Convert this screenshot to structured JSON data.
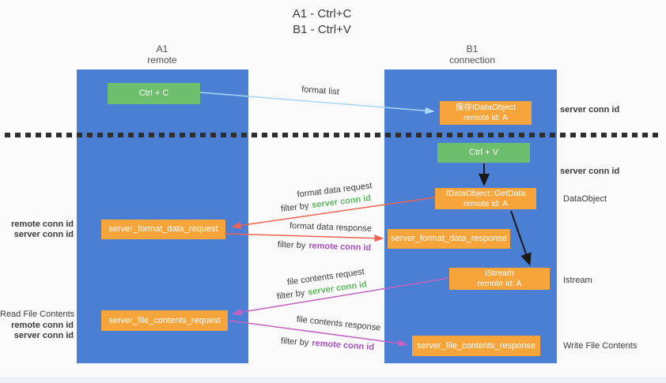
{
  "title": {
    "line1": "A1 - Ctrl+C",
    "line2": "B1 - Ctrl+V"
  },
  "columns": {
    "a1": {
      "name": "A1",
      "subtitle": "remote"
    },
    "b1": {
      "name": "B1",
      "subtitle": "connection"
    }
  },
  "boxes": {
    "ctrl_c": "Ctrl + C",
    "save_dataobject_line1": "保存IDataObject",
    "save_dataobject_line2": "remote id: A",
    "ctrl_v": "Ctrl + V",
    "getdata_line1": "IDataObject::GetData",
    "getdata_line2": "remote id: A",
    "format_request": "server_format_data_request",
    "format_response": "server_format_data_response",
    "istream_line1": "IStream",
    "istream_line2": "remote id: A",
    "file_request": "server_file_contents_request",
    "file_response": "server_file_contents_response"
  },
  "edge_labels": {
    "format_list": "format list",
    "format_data_request": "format data request",
    "format_data_response": "format data response",
    "file_contents_request": "file contents request",
    "file_contents_response": "file contents response",
    "filter_by": "filter by",
    "server_conn_id": "server conn id",
    "remote_conn_id": "remote conn id"
  },
  "side_labels": {
    "right_top_server_conn_id": "server conn id",
    "right_mid_server_conn_id": "server conn id",
    "dataobject": "DataObject",
    "istream": "Istream",
    "write_file_contents": "Write File Contents",
    "left_remote_conn_id_top": "remote conn id",
    "left_server_conn_id_top": "server conn id",
    "read_file_contents": "Read File Contents",
    "left_remote_conn_id_bottom": "remote conn id",
    "left_server_conn_id_bottom": "server conn id"
  },
  "colors": {
    "column_blue": "#4a7fd3",
    "box_green": "#6dbe6d",
    "box_orange": "#f7a43a",
    "label_green": "#5cba5e",
    "label_purple": "#a94fc4",
    "arrow_red": "#ef6352",
    "arrow_pink": "#c362c3",
    "arrow_light_blue": "#a8d7f3",
    "arrow_black": "#1a1a1a",
    "dotted_line": "#2e2e2e"
  }
}
